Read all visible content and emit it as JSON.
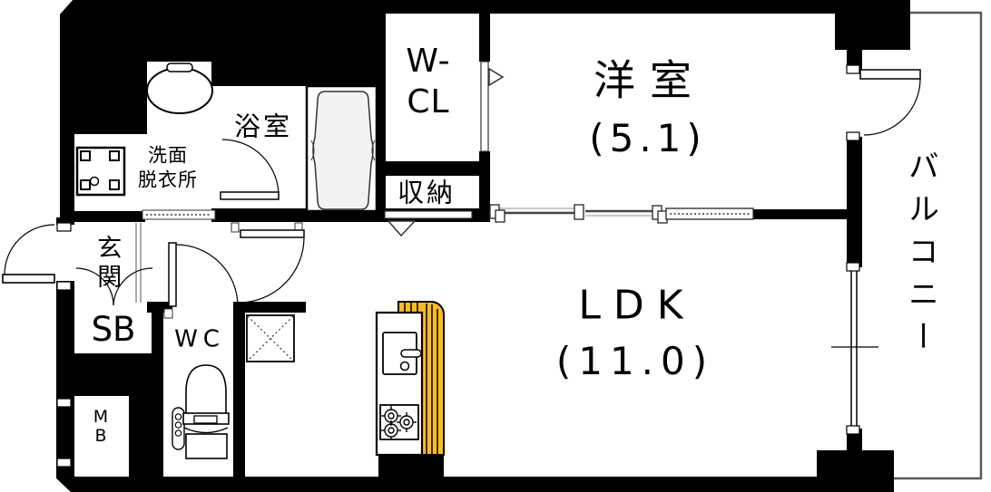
{
  "colors": {
    "wall": "#000000",
    "kitchen_counter": "#FABD23",
    "bathtub_fill": "#F2F2F2",
    "balcony_outline": "#595959",
    "light_track": "#C8C8C8"
  },
  "rooms": {
    "bedroom": {
      "label": "洋室",
      "size": "(5.1)"
    },
    "ldk": {
      "label": "LDK",
      "size": "(11.0)"
    },
    "walk_in_closet": {
      "line1": "W-",
      "line2": "CL"
    },
    "storage": {
      "label": "収納"
    },
    "bathroom": {
      "label": "浴室"
    },
    "washroom": {
      "line1": "洗面",
      "line2": "脱衣所"
    },
    "entrance": {
      "label": "玄関"
    },
    "shoe_box": {
      "label": "SB"
    },
    "toilet": {
      "label": "WC"
    },
    "meter_box": {
      "line1": "M",
      "line2": "B"
    },
    "balcony": {
      "label": "バルコニー"
    }
  },
  "fixtures": [
    "entrance-door",
    "shoe-box-doors",
    "washing-machine-space",
    "washbasin",
    "bathtub",
    "bath-door",
    "toilet",
    "wc-door",
    "ldk-door",
    "refrigerator-space",
    "kitchen-sink",
    "gas-stove",
    "kitchen-counter",
    "sliding-partition",
    "storage-door",
    "wcl-door",
    "balcony-door",
    "window",
    "balcony-railing"
  ]
}
